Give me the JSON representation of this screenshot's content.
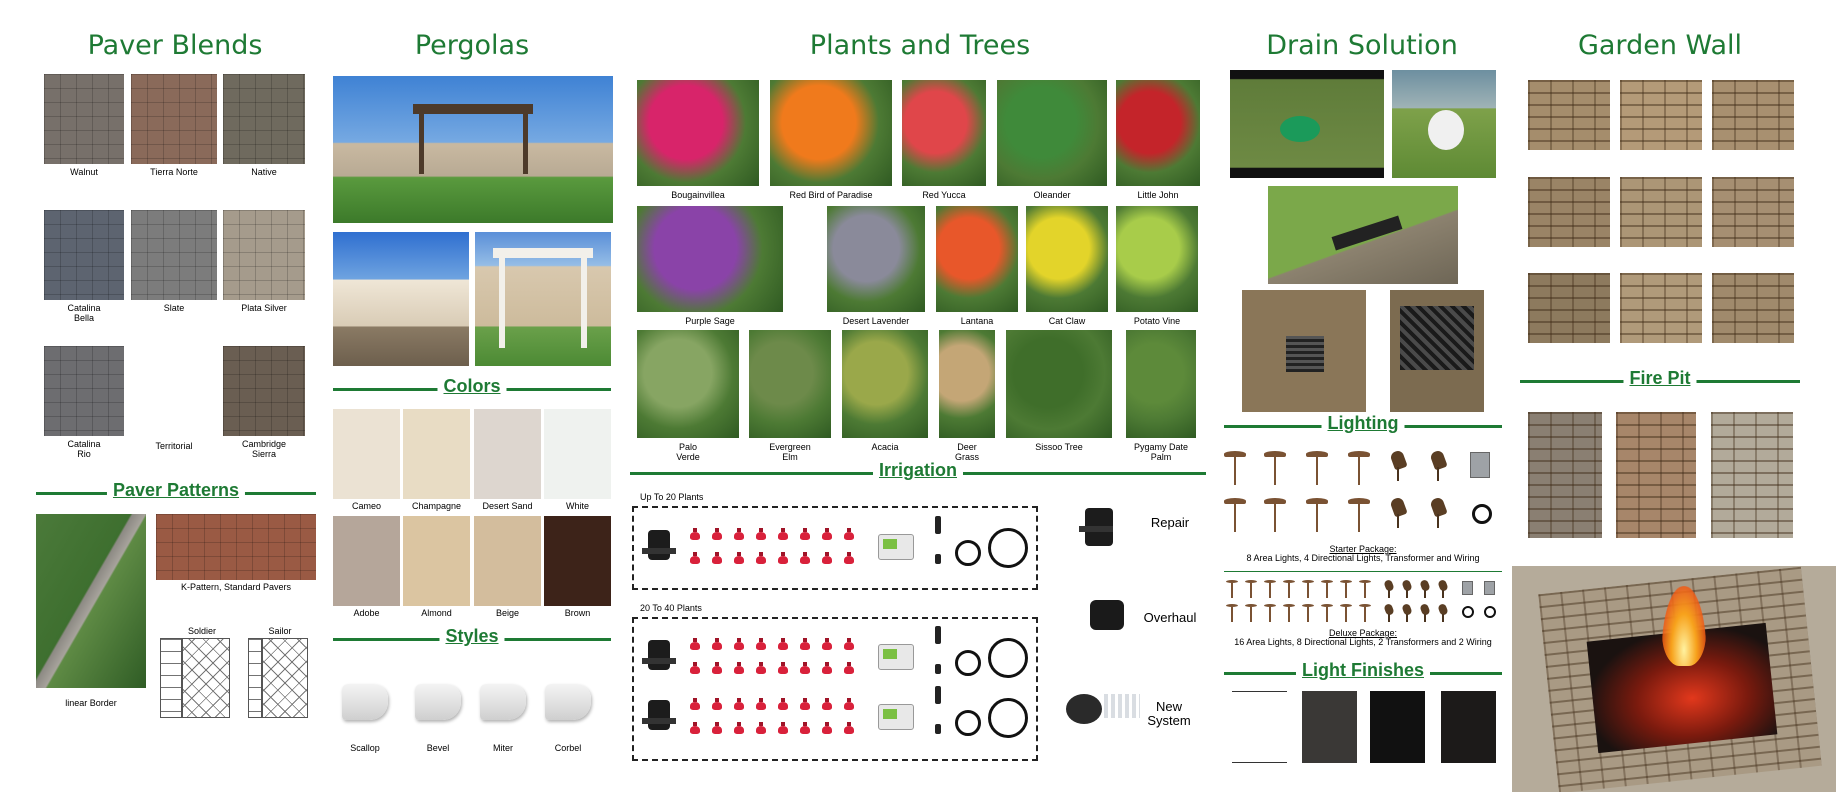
{
  "titles": {
    "paver_blends": "Paver Blends",
    "pergolas": "Pergolas",
    "plants_trees": "Plants and Trees",
    "drain": "Drain Solution",
    "garden_wall": "Garden Wall"
  },
  "sections": {
    "paver_patterns": "Paver Patterns",
    "colors": "Colors",
    "styles": "Styles",
    "irrigation": "Irrigation",
    "lighting": "Lighting",
    "light_finishes": "Light Finishes",
    "fire_pit": "Fire Pit"
  },
  "paver_blends": [
    {
      "label": "Walnut",
      "color": "#77706a"
    },
    {
      "label": "Tierra Norte",
      "color": "#8a6a5a"
    },
    {
      "label": "Native",
      "color": "#6f6a5e"
    },
    {
      "label": "Catalina\nBella",
      "color": "#5d6470"
    },
    {
      "label": "Slate",
      "color": "#7c7c7c"
    },
    {
      "label": "Plata Silver",
      "color": "#a59b8c"
    },
    {
      "label": "Catalina\nRio",
      "color": "#6d6d70"
    },
    {
      "label": "Territorial",
      "color": ""
    },
    {
      "label": "Cambridge\nSierra",
      "color": "#6a5e52"
    }
  ],
  "paver_patterns": {
    "kpattern": "K-Pattern, Standard Pavers",
    "soldier": "Soldier",
    "sailor": "Sailor",
    "linear": "linear Border"
  },
  "colors": [
    {
      "label": "Cameo",
      "color": "#ebe2d3"
    },
    {
      "label": "Champagne",
      "color": "#e8dcc4"
    },
    {
      "label": "Desert Sand",
      "color": "#ddd6cf"
    },
    {
      "label": "White",
      "color": "#eff2ef"
    },
    {
      "label": "Adobe",
      "color": "#b5a69a"
    },
    {
      "label": "Almond",
      "color": "#dbc5a1"
    },
    {
      "label": "Beige",
      "color": "#d3bd9d"
    },
    {
      "label": "Brown",
      "color": "#3d2319"
    }
  ],
  "styles": [
    "Scallop",
    "Bevel",
    "Miter",
    "Corbel"
  ],
  "plants": [
    {
      "label": "Bougainvillea",
      "color": "#d8246a"
    },
    {
      "label": "Red Bird of Paradise",
      "color": "#f07a1c"
    },
    {
      "label": "Red Yucca",
      "color": "#e0464a"
    },
    {
      "label": "Oleander",
      "color": "#3f8a3a"
    },
    {
      "label": "Little John",
      "color": "#c4242a"
    },
    {
      "label": "Purple Sage",
      "color": "#8a43a8"
    },
    {
      "label": "Desert Lavender",
      "color": "#8a8a9a"
    },
    {
      "label": "Lantana",
      "color": "#e8572a"
    },
    {
      "label": "Cat Claw",
      "color": "#e3d42a"
    },
    {
      "label": "Potato Vine",
      "color": "#a8cc4a"
    },
    {
      "label": "Palo\nVerde",
      "color": "#87a563"
    },
    {
      "label": "Evergreen\nElm",
      "color": "#6d8a4a"
    },
    {
      "label": "Acacia",
      "color": "#9aa84a"
    },
    {
      "label": "Deer\nGrass",
      "color": "#c4a676"
    },
    {
      "label": "Sissoo Tree",
      "color": "#3f6e2a"
    },
    {
      "label": "Pygamy Date\nPalm",
      "color": "#5d8a3a"
    }
  ],
  "irrigation": {
    "up_to_20": "Up To 20 Plants",
    "20_to_40": "20 To 40 Plants",
    "repair": "Repair",
    "overhaul": "Overhaul",
    "new_system": "New System"
  },
  "lighting": {
    "starter_title": "Starter Package:",
    "starter_desc": "8 Area Lights, 4 Directional Lights, Transformer and Wiring",
    "deluxe_title": "Deluxe Package:",
    "deluxe_desc": "16 Area Lights, 8 Directional Lights, 2 Transformers and 2 Wiring"
  },
  "light_finishes": [
    {
      "color": "#ffffff"
    },
    {
      "color": "#3a3836"
    },
    {
      "color": "#111111"
    },
    {
      "color": "#1c1a19"
    }
  ],
  "garden_wall_colors": [
    "#a58d6c",
    "#b49a78",
    "#a89070",
    "#9a8466",
    "#ac9676",
    "#a68f72",
    "#8d7a5e",
    "#b09a7a",
    "#a08a6c"
  ],
  "fire_pit_colors": [
    "#8a7f72",
    "#a7866a",
    "#b2aa9a"
  ]
}
